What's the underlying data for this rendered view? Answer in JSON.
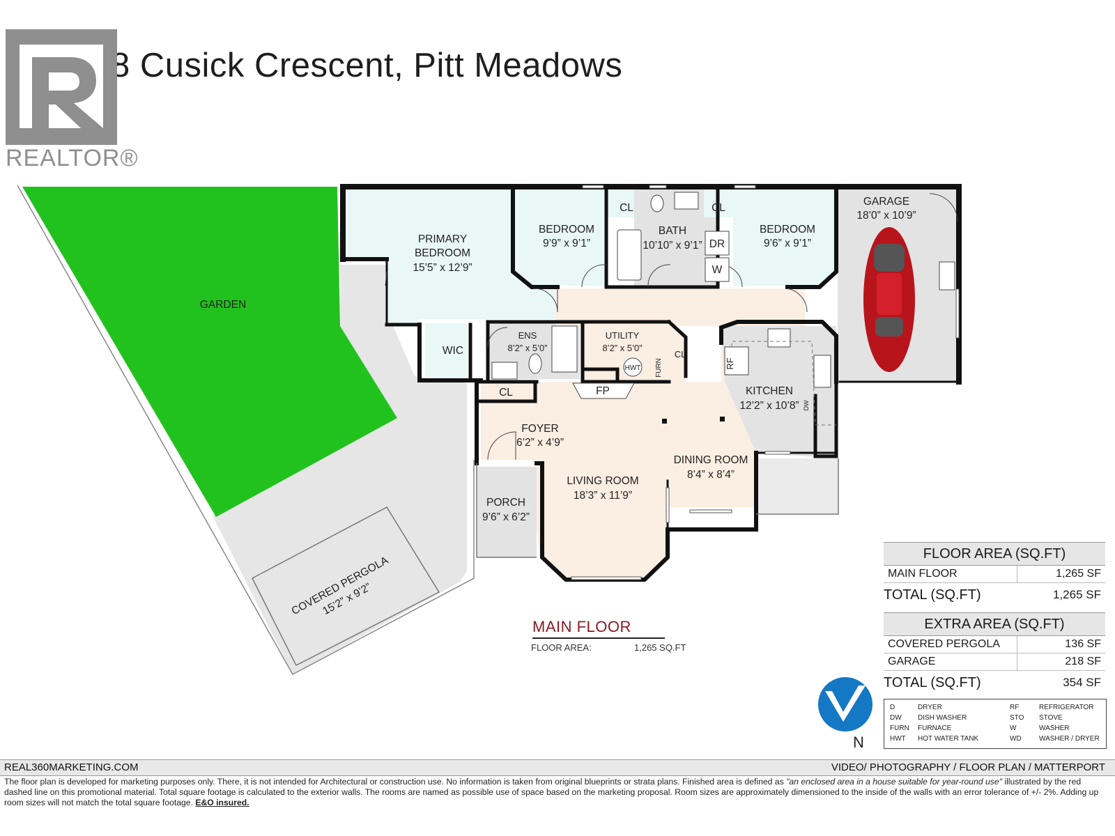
{
  "title": "19358 Cusick Crescent, Pitt Meadows",
  "logo": {
    "icon": "realtor-r-icon",
    "wordmark": "REALTOR®"
  },
  "rooms": {
    "garden": {
      "name": "GARDEN"
    },
    "primary_bedroom": {
      "name_line1": "PRIMARY",
      "name_line2": "BEDROOM",
      "dims": "15’5” x 12’9”"
    },
    "bedroom_1": {
      "name": "BEDROOM",
      "dims": "9’9” x 9’1”"
    },
    "cl_1": {
      "name": "CL"
    },
    "bath": {
      "name": "BATH",
      "dims": "10’10” x 9’1”"
    },
    "dr": {
      "name": "DR"
    },
    "w": {
      "name": "W"
    },
    "cl_2": {
      "name": "CL"
    },
    "bedroom_2": {
      "name": "BEDROOM",
      "dims": "9’6” x 9’1”"
    },
    "garage": {
      "name": "GARAGE",
      "dims": "18’0” x 10’9”"
    },
    "wic": {
      "name": "WIC"
    },
    "ens": {
      "name": "ENS",
      "dims": "8’2” x 5’0”"
    },
    "utility": {
      "name": "UTILITY",
      "dims": "8’2” x 5’0”"
    },
    "hwt": {
      "name": "HWT"
    },
    "furn": {
      "name": "FURN"
    },
    "cl_3": {
      "name": "CL"
    },
    "kitchen": {
      "name": "KITCHEN",
      "dims": "12’2” x 10’8”"
    },
    "rf": {
      "name": "RF"
    },
    "dw": {
      "name": "DW"
    },
    "cl_4": {
      "name": "CL"
    },
    "fp": {
      "name": "FP"
    },
    "foyer": {
      "name": "FOYER",
      "dims": "6’2” x 4’9”"
    },
    "dining_room": {
      "name": "DINING ROOM",
      "dims": "8’4” x 8’4”"
    },
    "living_room": {
      "name": "LIVING ROOM",
      "dims": "18’3” x 11’9”"
    },
    "porch": {
      "name": "PORCH",
      "dims": "9’6” x 6’2”"
    },
    "covered_pergola": {
      "name": "COVERED PERGOLA",
      "dims": "15’2” x 9’2”"
    }
  },
  "main_floor": {
    "title": "MAIN FLOOR",
    "area_label": "FLOOR AREA:",
    "area_value": "1,265 SQ.FT"
  },
  "floor_area_table": {
    "header": "FLOOR AREA (SQ.FT)",
    "rows": [
      {
        "label": "MAIN FLOOR",
        "value": "1,265 SF"
      }
    ],
    "total_label": "TOTAL (SQ.FT)",
    "total_value": "1,265 SF"
  },
  "extra_area_table": {
    "header": "EXTRA AREA (SQ.FT)",
    "rows": [
      {
        "label": "COVERED PERGOLA",
        "value": "136 SF"
      },
      {
        "label": "GARAGE",
        "value": "218 SF"
      }
    ],
    "total_label": "TOTAL (SQ.FT)",
    "total_value": "354 SF"
  },
  "legend": [
    {
      "code": "D",
      "meaning": "DRYER"
    },
    {
      "code": "DW",
      "meaning": "DISH WASHER"
    },
    {
      "code": "FURN",
      "meaning": "FURNACE"
    },
    {
      "code": "HWT",
      "meaning": "HOT WATER TANK"
    },
    {
      "code": "RF",
      "meaning": "REFRIGERATOR"
    },
    {
      "code": "STO",
      "meaning": "STOVE"
    },
    {
      "code": "W",
      "meaning": "WASHER"
    },
    {
      "code": "WD",
      "meaning": "WASHER / DRYER"
    }
  ],
  "compass": {
    "icon": "north-compass-icon",
    "label": "N"
  },
  "footer": {
    "left": "REAL360MARKETING.COM",
    "right": "VIDEO/ PHOTOGRAPHY / FLOOR PLAN / MATTERPORT",
    "disclaimer_part1": "The floor plan is developed for marketing purposes only. There, it is not intended for Architectural or construction use. No information is  taken from original blueprints or strata plans. Finished area is defined as ",
    "disclaimer_quote": " \"an enclosed area in a house suitable for year-round use\"",
    "disclaimer_part2": " illustrated by the red dashed line on this promotional material. Total square footage is calculated to the exterior walls. The rooms are named as possible use of space based on the marketing proposal. Room sizes are approximately dimensioned to the inside of the walls with an error tolerance of +/- 2%. Adding up room sizes will not match the total square footage. ",
    "eo": "E&O insured."
  },
  "colors": {
    "garden": "#22c21e",
    "bedroom": "#e9f7f7",
    "living": "#fbeee2",
    "grey": "#e3e3e3",
    "wall": "#111111",
    "car": "#b8141c",
    "compass": "#1478c4",
    "main_floor_title": "#8b1b24"
  }
}
